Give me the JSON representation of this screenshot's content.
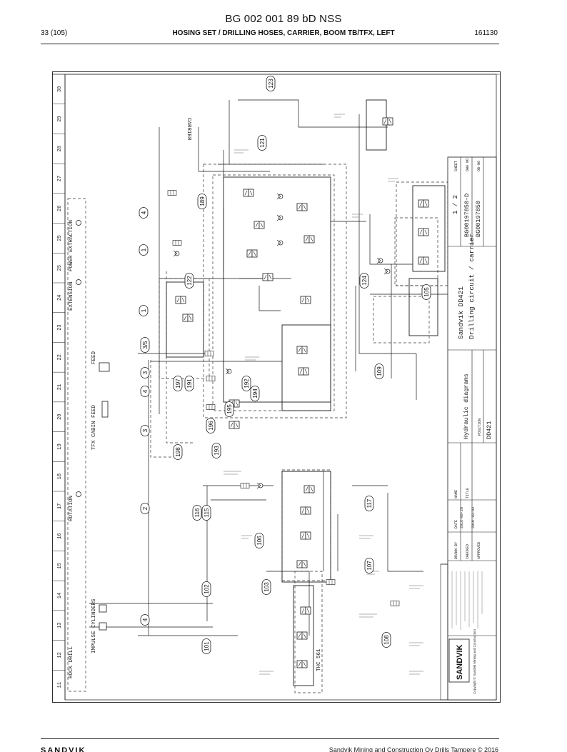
{
  "header": {
    "doc_number": "BG 002 001 89 bD NSS",
    "page": "33 (105)",
    "title": "HOSING SET / DRILLING HOSES, CARRIER, BOOM TB/TFX, LEFT",
    "date": "161130"
  },
  "footer": {
    "logo": "SANDVIK",
    "copyright": "Sandvik Mining and Construction Oy Drills Tampere © 2016"
  },
  "diagram": {
    "grid_numbers": [
      "11",
      "12",
      "13",
      "14",
      "15",
      "16",
      "17",
      "18",
      "19",
      "20",
      "21",
      "22",
      "23",
      "24",
      "25",
      "25",
      "26",
      "27",
      "28",
      "29",
      "30"
    ],
    "section_labels": {
      "carrier": "CARRIER",
      "rock_drill": "ROCK DRILL",
      "thc": "THC 561",
      "power_extraction": "POWER EXTRACTION",
      "extension": "EXTENSION",
      "feed": "FEED",
      "tfx_cabin_feed": "TFX CABIN FEED",
      "rotation": "ROTATION",
      "impulse_cylinders": "IMPULSE CYLINDERS"
    },
    "callouts": [
      "123",
      "121",
      "189",
      "4",
      "1",
      "122",
      "1",
      "124",
      "105",
      "3/5",
      "3",
      "197",
      "191",
      "192",
      "194",
      "4",
      "195",
      "196",
      "3",
      "198",
      "193",
      "109",
      "2",
      "116",
      "115",
      "117",
      "106",
      "107",
      "103",
      "102",
      "4",
      "101",
      "108"
    ],
    "title_block": {
      "sheet_label": "SHEET",
      "sheet": "1 / 2",
      "dwg_label": "DWG NO",
      "dwg_no": "BG00197850-D",
      "ob_label": "OB-NO",
      "ob_no": "BG00197850",
      "model": "Sandvik DD421",
      "subtitle": "Drilling circuit / carrier",
      "type": "Hydraulic diagrams",
      "machine": "DD421",
      "position_label": "POSITION",
      "name_label": "NAME",
      "title_label": "TITLE",
      "date_label": "DATE",
      "drawn_label": "DRAWN BY",
      "checked_label": "CHECKED",
      "approved_label": "APPROVED",
      "drawn_date": "2016-09-29",
      "checked_date": "2016-10-03",
      "logo": "SANDVIK",
      "copyright": "Copyright © Sandvik Mining and Construction"
    },
    "colors": {
      "line": "#1a1a1a",
      "accent": "#000000"
    }
  }
}
